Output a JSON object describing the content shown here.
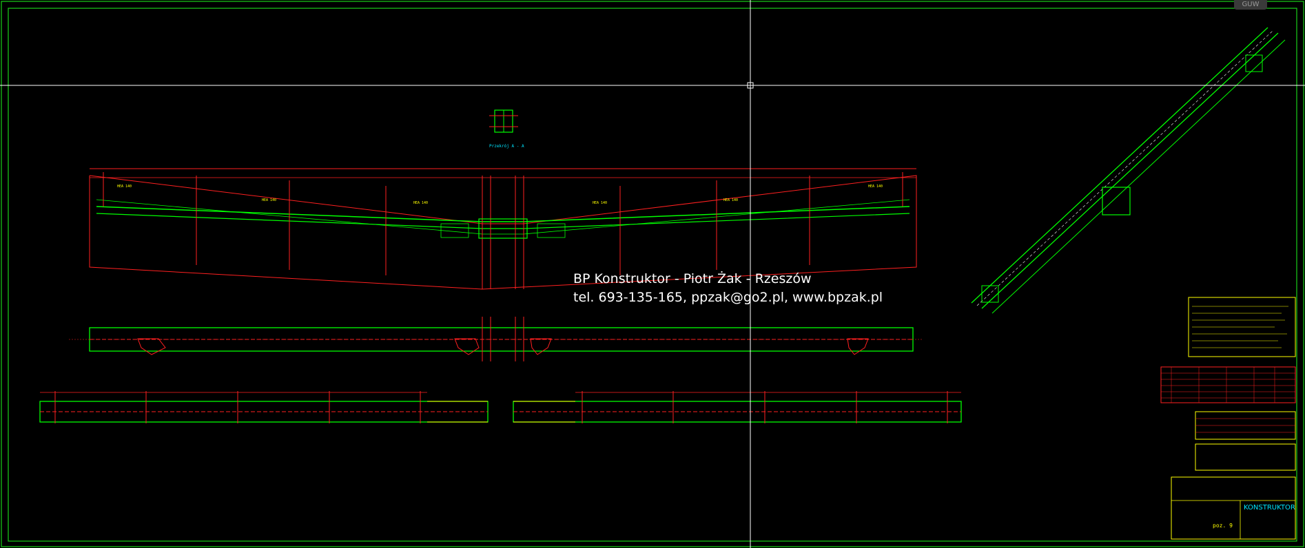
{
  "viewport": {
    "tag_label": "GUW",
    "crosshair_color": "#ffffff"
  },
  "watermark": {
    "line1": "BP Konstruktor - Piotr Żak - Rzeszów",
    "line2": "tel. 693-135-165, ppzak@go2.pl, www.bpzak.pl"
  },
  "drawing": {
    "section_label": "Przekrój A - A",
    "title_block_brand": "KONSTRUKTOR",
    "sheet_number": "poz. 9",
    "colors": {
      "frame": "#19d219",
      "steel": "#00ff00",
      "dimension": "#ff2020",
      "text": "#ffff00",
      "cyan": "#00e5ff",
      "white": "#ffffff"
    }
  }
}
